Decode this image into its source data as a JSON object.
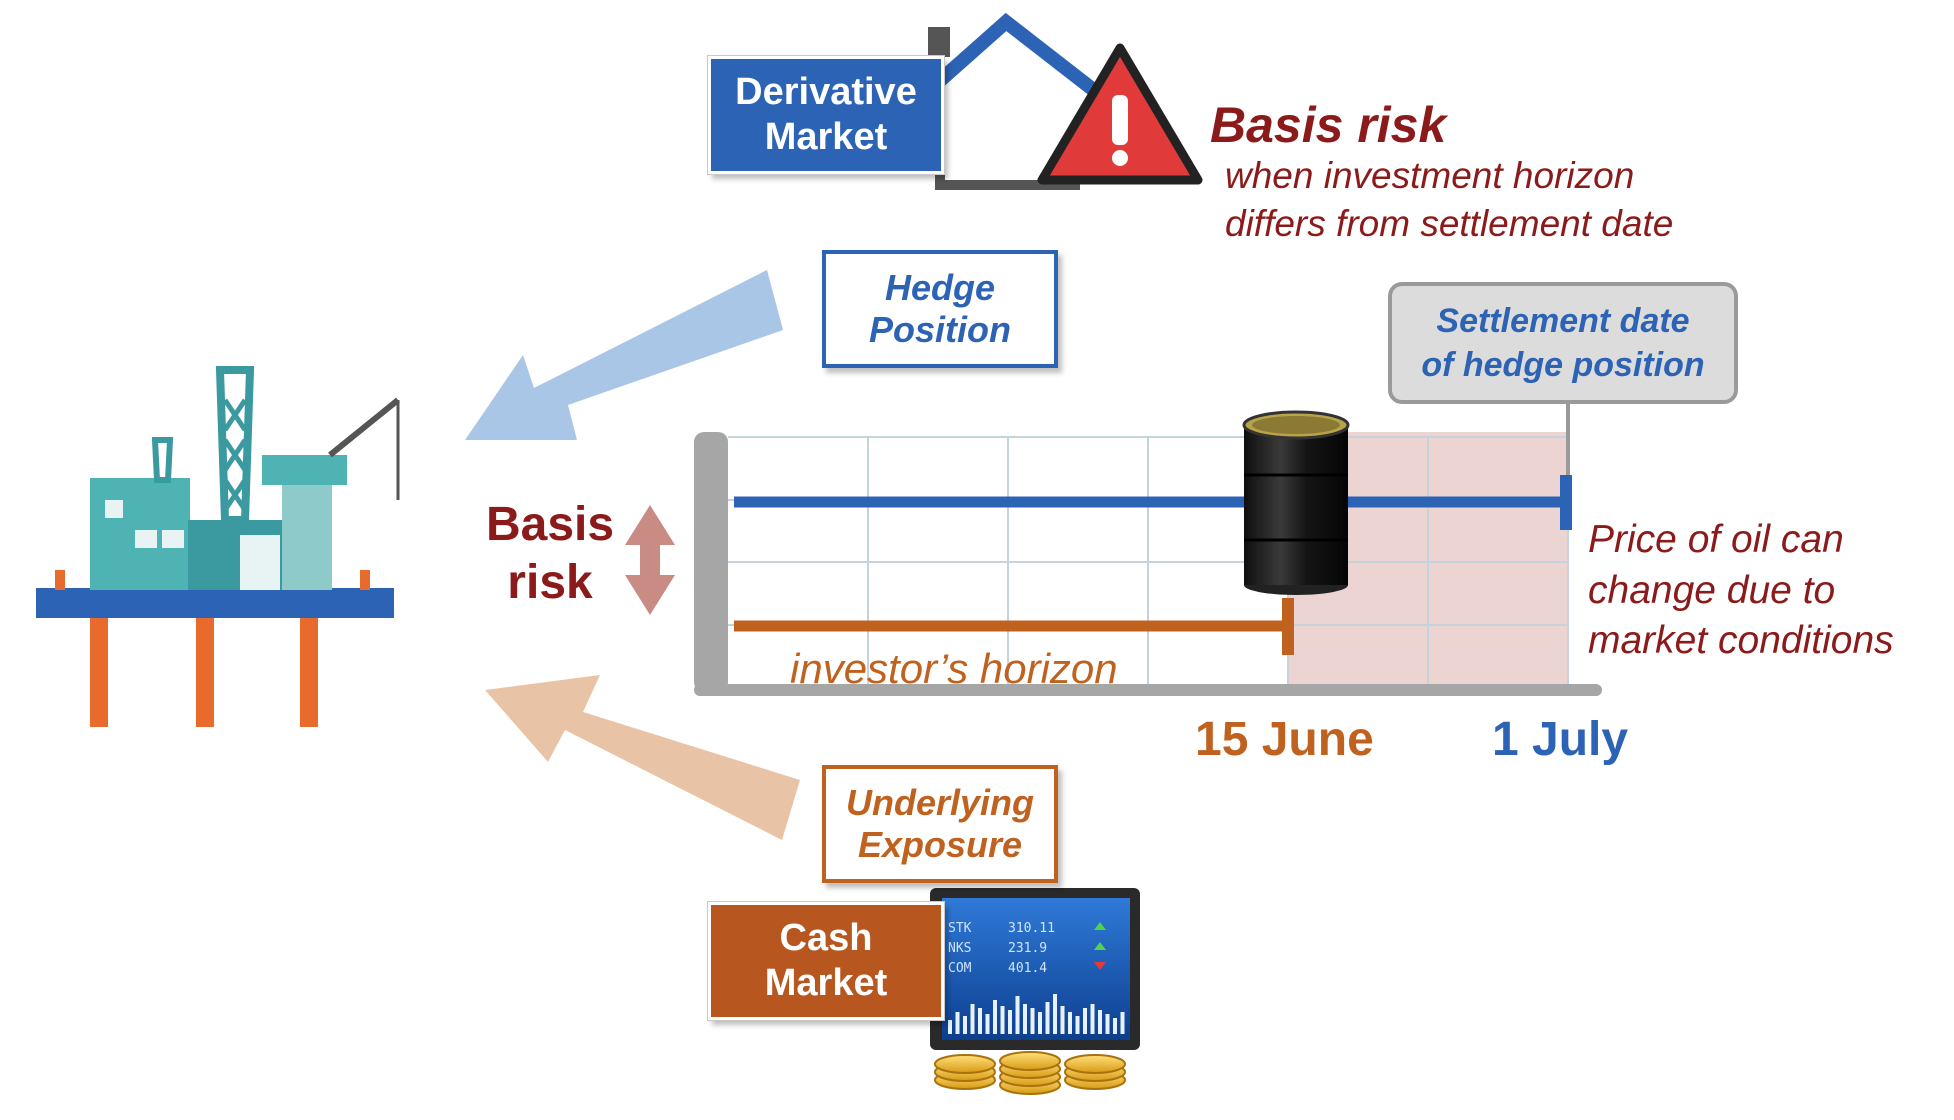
{
  "derivative_market": {
    "label": "Derivative\nMarket"
  },
  "basis_risk_title": {
    "heading": "Basis risk",
    "subtext": "when investment horizon\ndiffers from settlement date"
  },
  "hedge_position": {
    "label": "Hedge\nPosition"
  },
  "settlement_callout": {
    "label": "Settlement date\nof hedge position"
  },
  "side_basis_risk": {
    "label": "Basis\nrisk"
  },
  "investor_horizon": {
    "label": "investor’s horizon"
  },
  "price_note": {
    "label": "Price of oil can\nchange due to\nmarket conditions"
  },
  "dates": {
    "june": "15 June",
    "july": "1 July"
  },
  "underlying_exposure": {
    "label": "Underlying\nExposure"
  },
  "cash_market": {
    "label": "Cash\nMarket"
  },
  "monitor": {
    "rows": [
      {
        "code": "STK",
        "value": "310.11"
      },
      {
        "code": "NKS",
        "value": "231.9"
      },
      {
        "code": "COM",
        "value": "401.4"
      }
    ]
  },
  "colors": {
    "blue": "#2d63b5",
    "orange": "#c0621f",
    "dark_red": "#8b1a1a",
    "light_blue_arrow": "#a9c6e6",
    "light_orange_arrow": "#e9c3a6",
    "warning_red": "#e03a3a"
  },
  "icons": [
    "oil-rig-icon",
    "house-icon",
    "warning-icon",
    "oil-barrel-icon",
    "stock-monitor-icon",
    "coins-icon",
    "double-arrow-icon"
  ]
}
